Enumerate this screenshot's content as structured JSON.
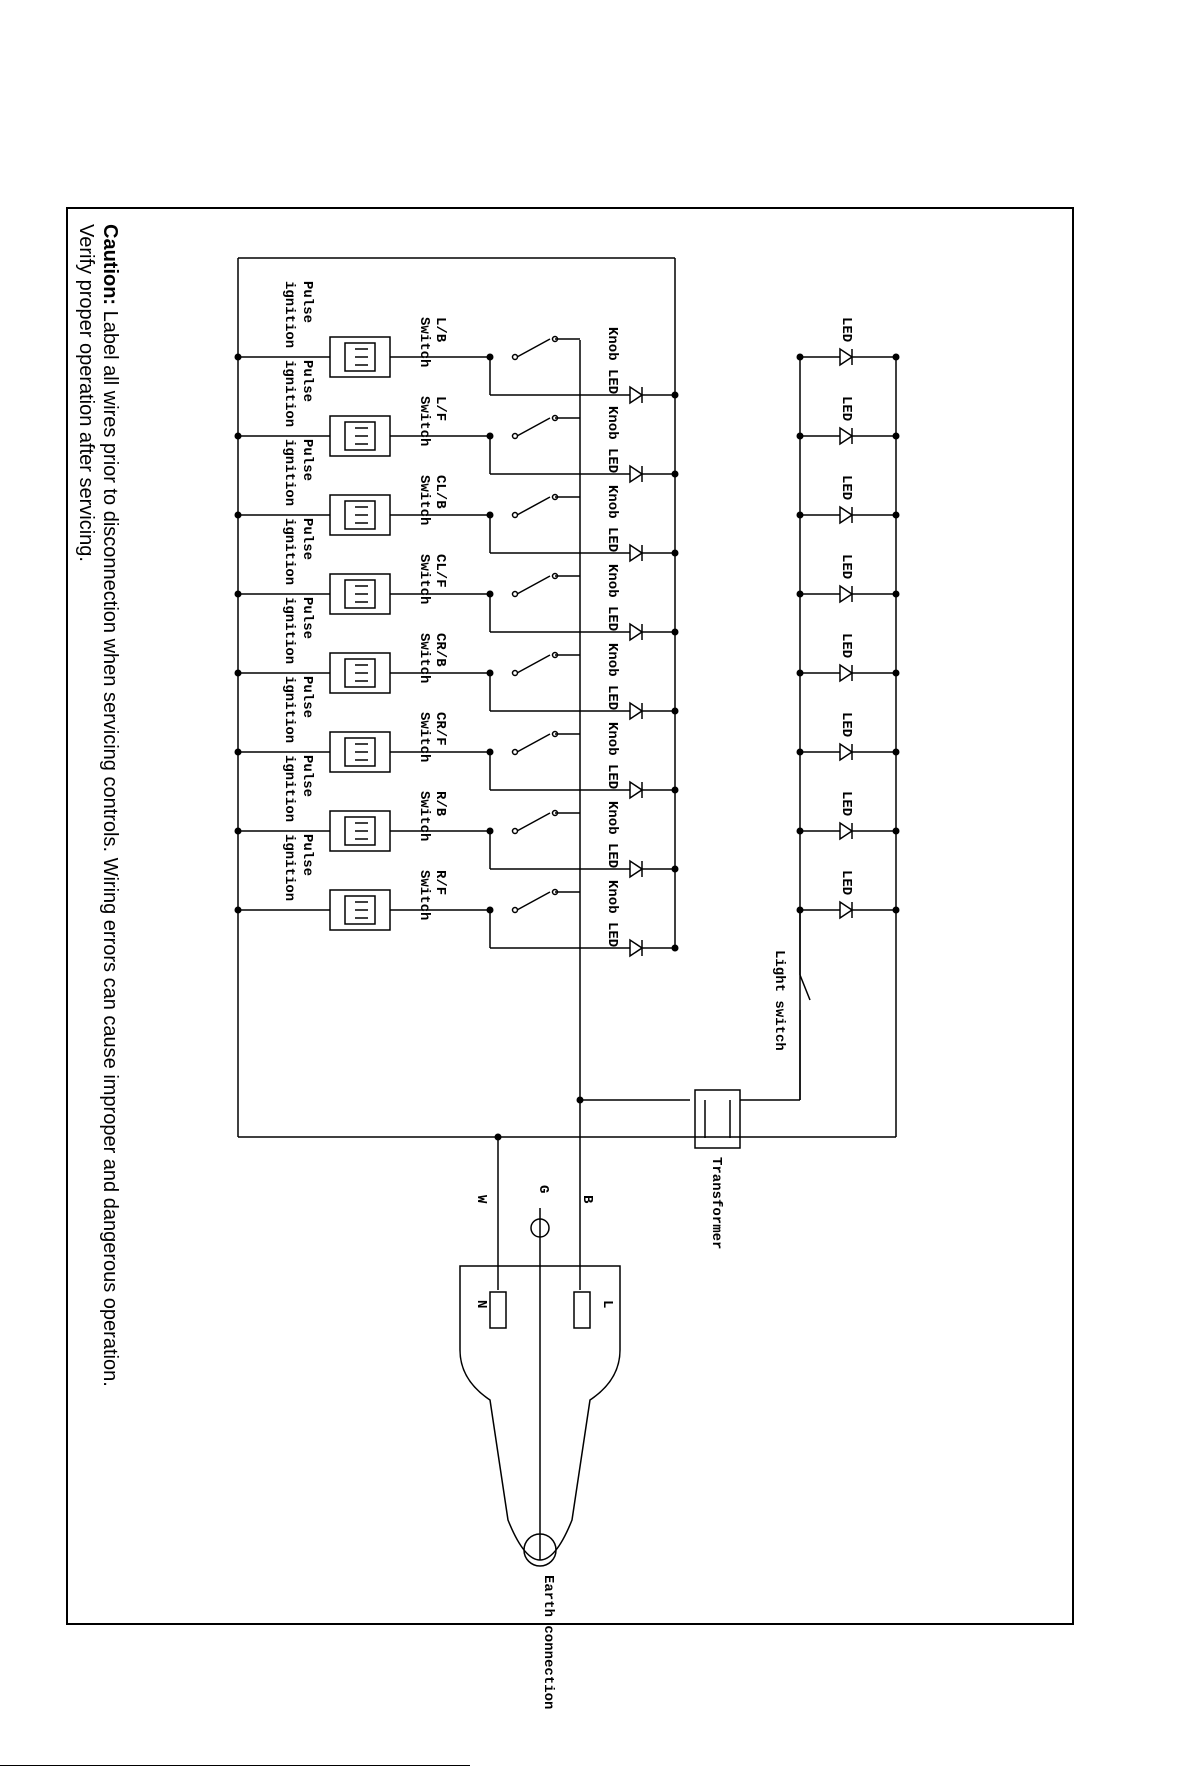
{
  "caution": {
    "title": "Caution:",
    "line1": " Label all wires prior to disconnection when servicing controls. Wiring errors can cause improper and dangerous operation.",
    "line2": "Verify proper operation after servicing."
  },
  "labels": {
    "pulse": "Pulse",
    "ignition": "ignition",
    "knob_led": "Knob LED",
    "switch_word": "Switch",
    "led": "LED",
    "light_switch": "Light switch",
    "transformer": "Transformer",
    "wire_w": "W",
    "wire_g": "G",
    "wire_b": "B",
    "term_n": "N",
    "term_l": "L",
    "earth": "Earth connection"
  },
  "switches": [
    "L/B",
    "L/F",
    "CL/B",
    "CL/F",
    "CR/B",
    "CR/F",
    "R/B",
    "R/F"
  ],
  "led_count": 8,
  "colors": {
    "line": "#000000",
    "background": "#ffffff"
  }
}
